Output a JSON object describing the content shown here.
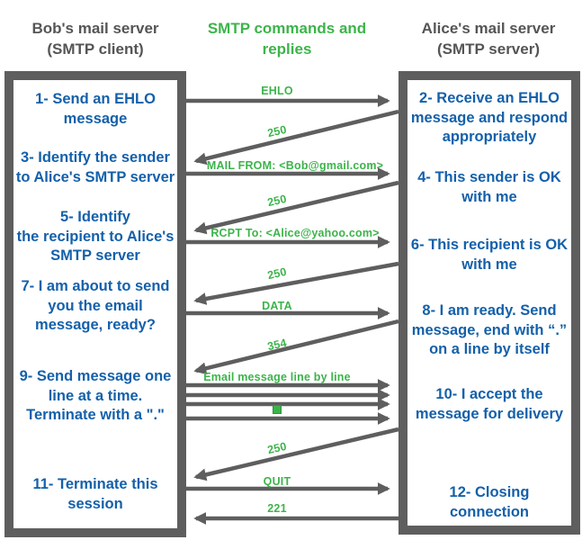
{
  "headers": {
    "client": "Bob's mail server\n(SMTP client)",
    "middle": "SMTP commands and\nreplies",
    "server": "Alice's mail server\n(SMTP server)"
  },
  "client_box": {
    "steps": [
      "1- Send an EHLO\nmessage",
      "3- Identify the sender\nto Alice's SMTP server",
      "5- Identify\nthe recipient to Alice's\nSMTP server",
      "7- I am about to send\nyou the email\nmessage, ready?",
      "9- Send message one\nline at a time.\nTerminate with a \".\"",
      "11- Terminate this\nsession"
    ]
  },
  "server_box": {
    "steps": [
      "2- Receive an EHLO\nmessage and respond\nappropriately",
      "4- This sender is OK\nwith me",
      "6- This recipient is OK\nwith me",
      "8-  I am ready. Send\nmessage, end with “.”\non a line by itself",
      "10-  I accept the\nmessage for delivery",
      "12-  Closing\nconnection"
    ]
  },
  "messages": [
    {
      "label": "EHLO",
      "direction": "client-to-server"
    },
    {
      "label": "250",
      "direction": "server-to-client"
    },
    {
      "label": "MAIL FROM: <Bob@gmail.com>",
      "direction": "client-to-server"
    },
    {
      "label": "250",
      "direction": "server-to-client"
    },
    {
      "label": "RCPT To: <Alice@yahoo.com>",
      "direction": "client-to-server"
    },
    {
      "label": "250",
      "direction": "server-to-client"
    },
    {
      "label": "DATA",
      "direction": "client-to-server"
    },
    {
      "label": "354",
      "direction": "server-to-client"
    },
    {
      "label": "Email message line by line",
      "direction": "client-to-server"
    },
    {
      "label": "250",
      "direction": "server-to-client"
    },
    {
      "label": "QUIT",
      "direction": "client-to-server"
    },
    {
      "label": "221",
      "direction": "server-to-client"
    }
  ],
  "colors": {
    "accent_green": "#3cb44a",
    "text_blue": "#1460aa",
    "line_gray": "#5e5e5e",
    "header_gray": "#555557"
  }
}
